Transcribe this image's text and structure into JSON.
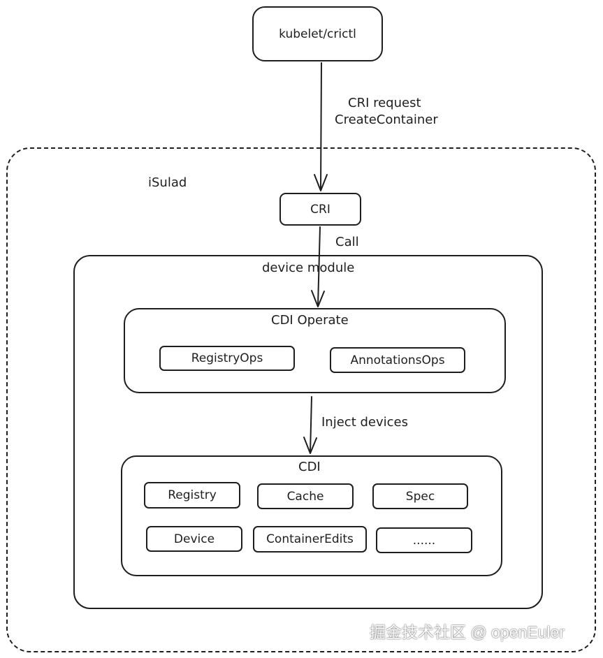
{
  "client": {
    "label": "kubelet/crictl"
  },
  "request": {
    "line1": "CRI request",
    "line2": "CreateContainer"
  },
  "isulad": {
    "title": "iSulad",
    "cri_label": "CRI",
    "call_label": "Call",
    "device_module": {
      "title": "device module",
      "cdi_operate": {
        "title": "CDI Operate",
        "items": [
          "RegistryOps",
          "AnnotationsOps"
        ]
      },
      "inject_label": "Inject devices",
      "cdi": {
        "title": "CDI",
        "row1": [
          "Registry",
          "Cache",
          "Spec"
        ],
        "row2": [
          "Device",
          "ContainerEdits",
          "......"
        ]
      }
    }
  },
  "watermark": "掘金技术社区 @ openEuler",
  "colors": {
    "stroke": "#1e1e1e",
    "background": "#ffffff"
  }
}
